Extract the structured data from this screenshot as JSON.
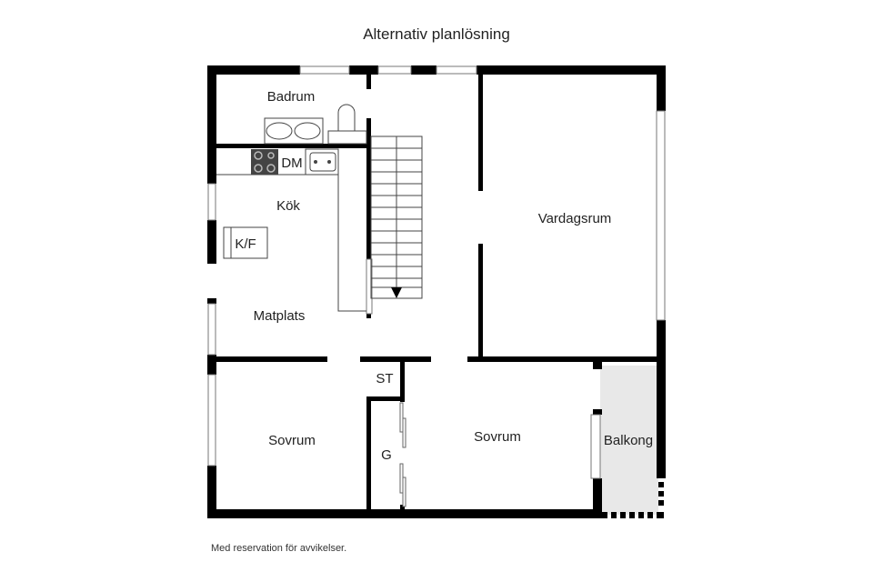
{
  "title": "Alternativ planlösning",
  "footer": "Med reservation för avvikelser.",
  "rooms": {
    "badrum": "Badrum",
    "kok": "Kök",
    "matplats": "Matplats",
    "vardagsrum": "Vardagsrum",
    "sovrum_left": "Sovrum",
    "sovrum_right": "Sovrum",
    "balkong": "Balkong",
    "st": "ST",
    "g": "G"
  },
  "fixtures": {
    "dm": "DM",
    "kf": "K/F"
  },
  "colors": {
    "wall": "#000000",
    "balcony_fill": "#e8e8e8",
    "stove": "#444444"
  }
}
